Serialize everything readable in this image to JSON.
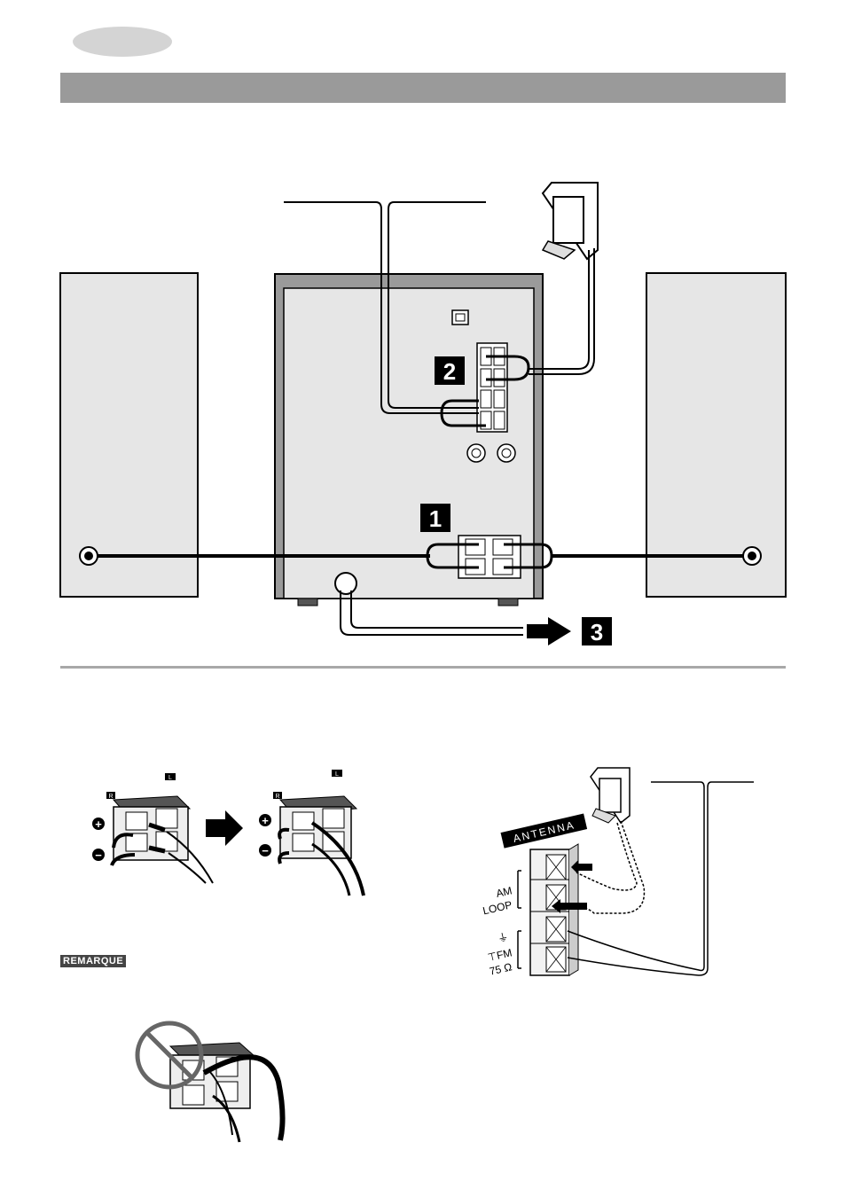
{
  "steps": {
    "step1": "1",
    "step2": "2",
    "step3": "3"
  },
  "speaker_terminal_markers": {
    "right": "R",
    "left": "L",
    "plus": "+",
    "minus": "−"
  },
  "antenna_panel": {
    "title": "ANTENNA",
    "am_line1": "AM",
    "am_line2": "LOOP",
    "fm_ground": "⏚",
    "fm_line1": "⊤FM",
    "fm_line2": "75 Ω"
  },
  "note_tag": "REMARQUE",
  "colors": {
    "panel_gray": "#e6e6e6",
    "bar_gray": "#9a9a9a",
    "oval_gray": "#d4d4d4",
    "ink": "#000000"
  },
  "icons": [
    "prohibited-icon",
    "arrow-right-icon"
  ]
}
